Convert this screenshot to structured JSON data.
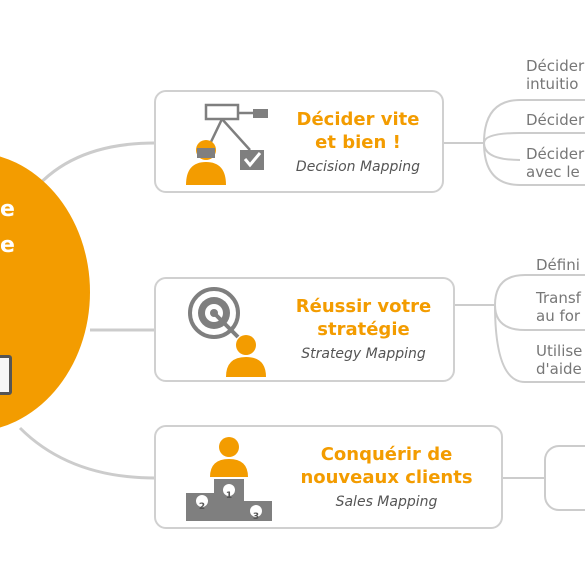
{
  "hub": {
    "line1": "e",
    "line2": "e"
  },
  "nodes": [
    {
      "title_line1": "Décider vite",
      "title_line2": "et bien !",
      "subtitle": "Decision Mapping",
      "icon": "decision-tree-person-icon",
      "branches": [
        {
          "line1": "Décider",
          "line2": "intuitio"
        },
        {
          "line1": "Décider",
          "line2": ""
        },
        {
          "line1": "Décider",
          "line2": "avec le"
        }
      ]
    },
    {
      "title_line1": "Réussir votre",
      "title_line2": "stratégie",
      "subtitle": "Strategy Mapping",
      "icon": "target-person-icon",
      "branches": [
        {
          "line1": "Défini",
          "line2": ""
        },
        {
          "line1": "Transf",
          "line2": "au for"
        },
        {
          "line1": "Utilise",
          "line2": "d'aide"
        }
      ]
    },
    {
      "title_line1": "Conquérir de",
      "title_line2": "nouveaux clients",
      "subtitle": "Sales Mapping",
      "icon": "podium-person-icon",
      "podium_labels": [
        "1",
        "2",
        "3"
      ],
      "branches": []
    }
  ],
  "colors": {
    "accent": "#f39c00",
    "icon_gray": "#7f7f7f",
    "line_gray": "#cccccc",
    "text_gray": "#777777"
  }
}
